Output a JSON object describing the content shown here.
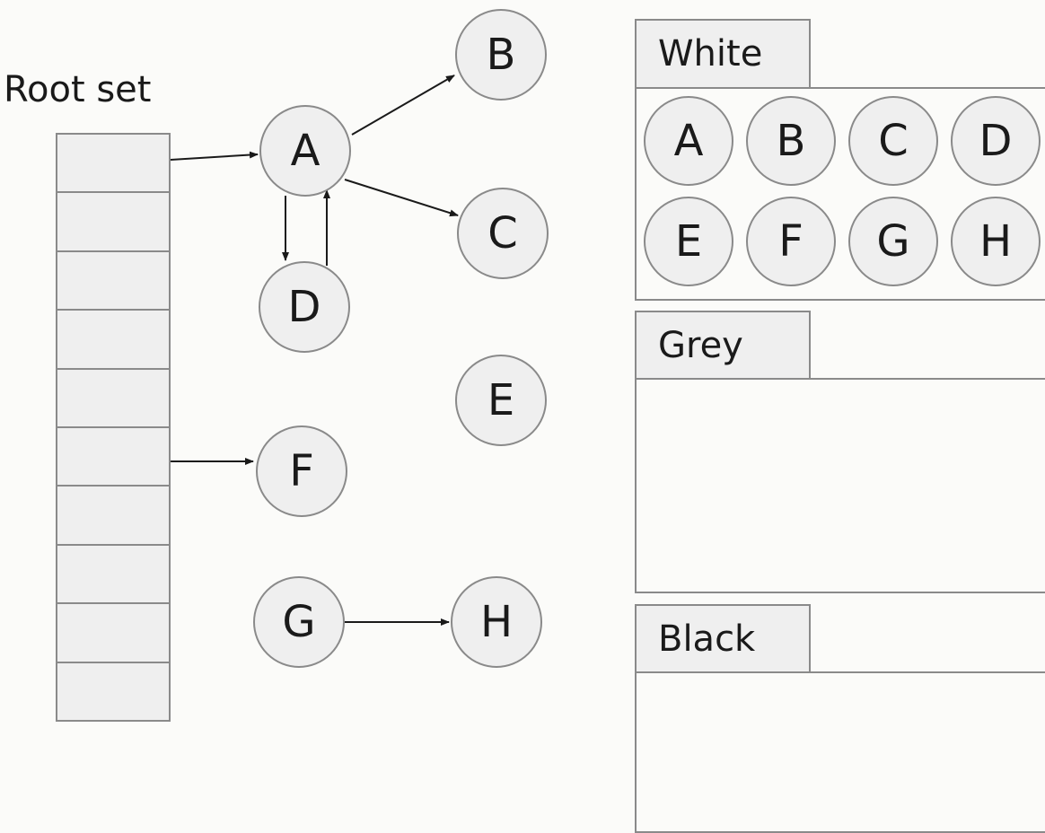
{
  "root_set": {
    "label": "Root set",
    "slot_count": 10
  },
  "graph": {
    "nodes": [
      "A",
      "B",
      "C",
      "D",
      "E",
      "F",
      "G",
      "H"
    ],
    "edges": [
      {
        "from": "root-slot-1",
        "to": "A"
      },
      {
        "from": "root-slot-6",
        "to": "F"
      },
      {
        "from": "A",
        "to": "B"
      },
      {
        "from": "A",
        "to": "C"
      },
      {
        "from": "A",
        "to": "D"
      },
      {
        "from": "D",
        "to": "A"
      },
      {
        "from": "G",
        "to": "H"
      }
    ]
  },
  "sets": {
    "white": {
      "label": "White",
      "members": [
        "A",
        "B",
        "C",
        "D",
        "E",
        "F",
        "G",
        "H"
      ]
    },
    "grey": {
      "label": "Grey",
      "members": []
    },
    "black": {
      "label": "Black",
      "members": []
    }
  }
}
